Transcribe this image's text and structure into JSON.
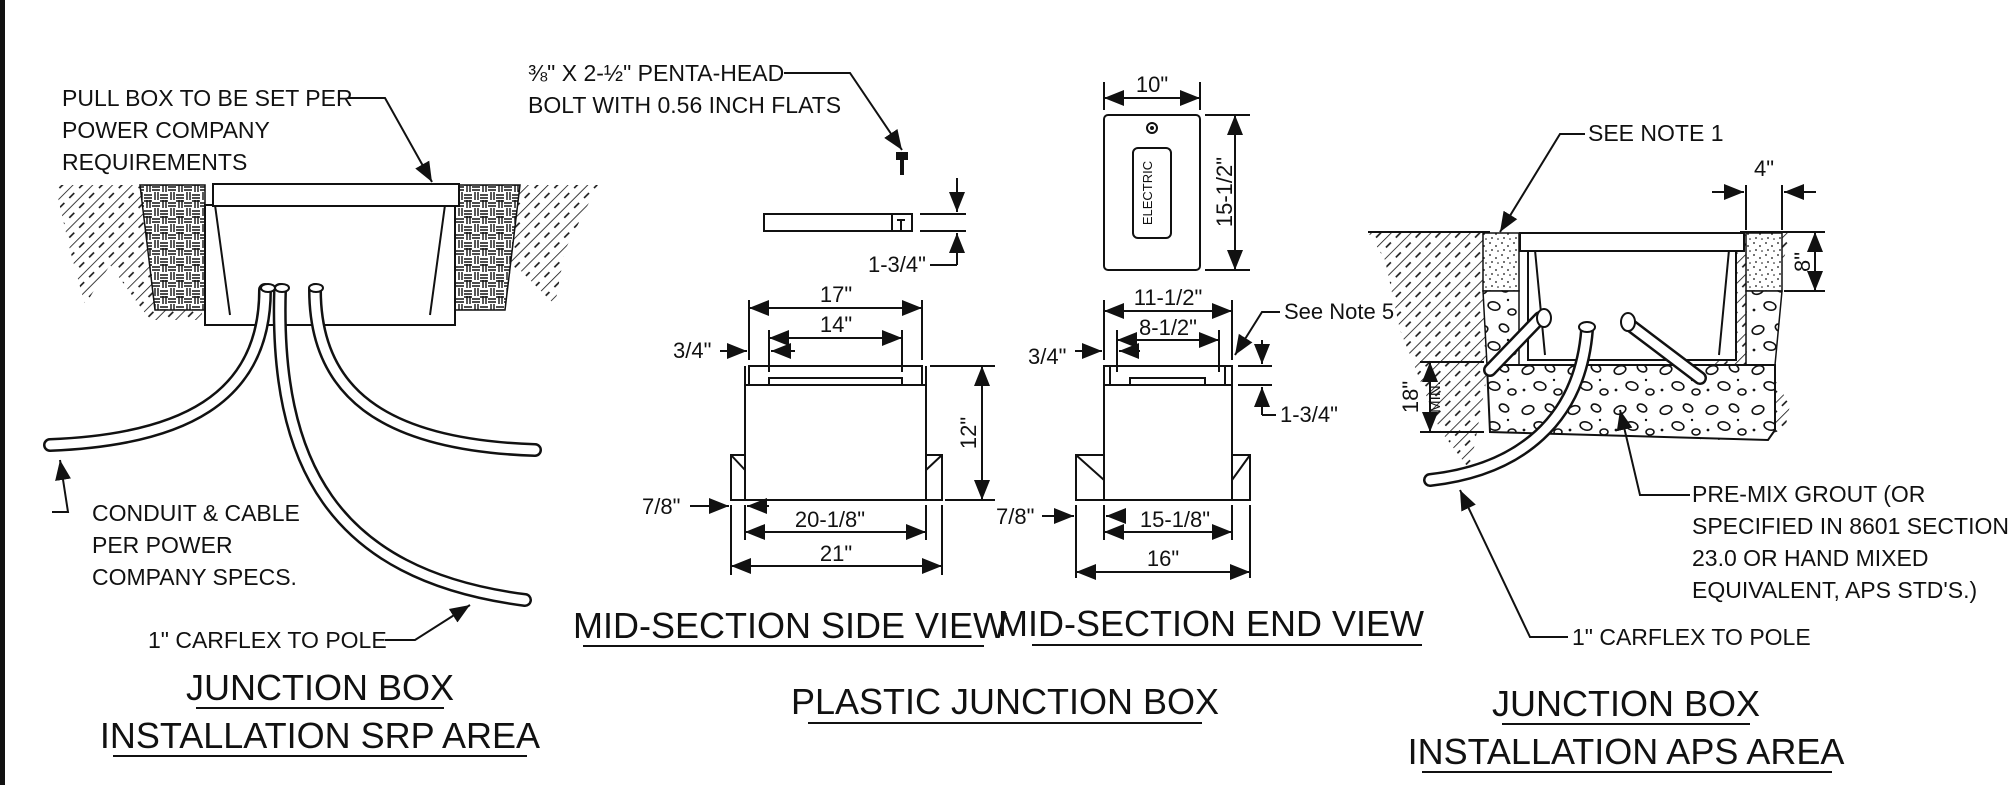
{
  "srp": {
    "callout_pull_box": [
      "PULL BOX TO BE SET PER",
      "POWER COMPANY",
      "REQUIREMENTS"
    ],
    "callout_conduit": [
      "CONDUIT & CABLE",
      "PER POWER",
      "COMPANY SPECS."
    ],
    "callout_carflex": "1\" CARFLEX TO POLE",
    "title_line1": "JUNCTION BOX",
    "title_line2": "INSTALLATION SRP AREA"
  },
  "bolt": {
    "line1": "⅜\" X  2-½\" PENTA-HEAD",
    "line2": "BOLT WITH 0.56 INCH FLATS"
  },
  "lid": {
    "thickness": "1-3/4\"",
    "width": "10\"",
    "length": "15-1/2\"",
    "tag": "ELECTRIC"
  },
  "side_view": {
    "top_outer": "17\"",
    "top_inner": "14\"",
    "lip": "3/4\"",
    "height": "12\"",
    "flange": "7/8\"",
    "bottom_inner": "20-1/8\"",
    "bottom_outer": "21\"",
    "title": "MID-SECTION SIDE VIEW"
  },
  "end_view": {
    "top_outer": "11-1/2\"",
    "top_inner": "8-1/2\"",
    "lip": "3/4\"",
    "see_note": "See Note 5",
    "lid_depth": "1-3/4\"",
    "flange": "7/8\"",
    "bottom_inner": "15-1/8\"",
    "bottom_outer": "16\"",
    "title": "MID-SECTION END VIEW"
  },
  "main_title": "PLASTIC JUNCTION BOX",
  "aps": {
    "see_note": "SEE NOTE 1",
    "top_width": "4\"",
    "top_depth": "8\"",
    "min_depth": "18\"",
    "min_label": "MIN.",
    "callout_grout": [
      "PRE-MIX GROUT (OR",
      "SPECIFIED IN 8601 SECTION",
      "23.0 OR HAND MIXED",
      "EQUIVALENT, APS STD'S.)"
    ],
    "callout_carflex": "1\" CARFLEX TO POLE",
    "title_line1": "JUNCTION BOX",
    "title_line2": "INSTALLATION APS AREA"
  }
}
